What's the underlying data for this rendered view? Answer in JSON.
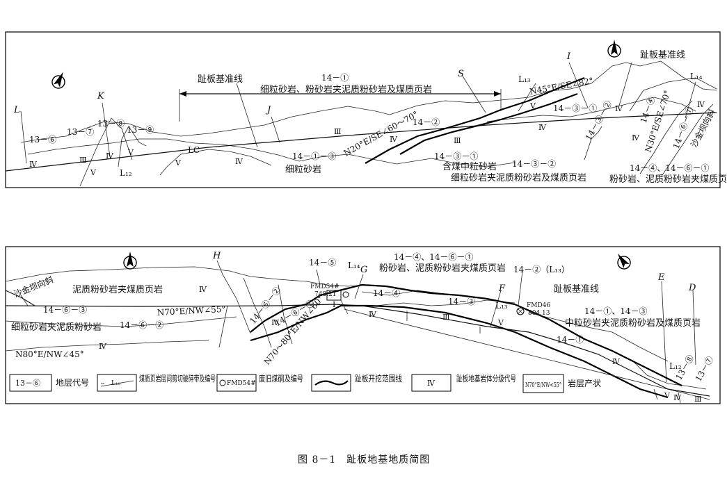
{
  "caption": "图 8－1　趾板地基地质简图",
  "panel1": {
    "profile_letters": [
      "L",
      "K",
      "J",
      "S",
      "I"
    ],
    "unit_labels": [
      "13－⑥",
      "13－⑦",
      "13－⑧",
      "13－⑨",
      "14－①",
      "14－①－③",
      "14－②",
      "14－③－①",
      "14－③－①",
      "14－③－②",
      "14－③－②",
      "14－④",
      "14－⑥－⑦",
      "14－④、14－⑥－①"
    ],
    "rock_grades": [
      "Ⅳ",
      "Ⅲ",
      "Ⅳ",
      "Ⅴ",
      "Ⅴ",
      "Ⅴ",
      "Ⅲ",
      "Ⅳ",
      "Ⅳ",
      "Ⅲ",
      "Ⅴ",
      "Ⅳ",
      "Ⅳ",
      "Ⅳ",
      "Ⅳ"
    ],
    "fault_labels": [
      "L₁₂",
      "LC",
      "L₁₃",
      "L₁₄"
    ],
    "attitudes": [
      "N20°E/SE∠60～70°",
      "N45°E/SE∠82°",
      "N30°E/SE∠70°"
    ],
    "baseline_label": "趾板基准线",
    "baseline_label_right": "趾板基准线",
    "lithology": {
      "top": "细粒砂岩、粉砂岩夹泥质粉砂岩及煤质页岩",
      "fine_sandstone": "细粒砂岩",
      "coal_sandstone": "含煤中粒砂岩",
      "sandstone_mudstone": "细粒砂岩夹泥质粉砂岩及煤质页岩",
      "siltstone_mudstone": "粉砂岩、泥质粉砂岩夹煤质页岩"
    },
    "syncline": "沙金坝向斜"
  },
  "panel2": {
    "profile_letters": [
      "H",
      "G",
      "F",
      "E",
      "D"
    ],
    "unit_labels": [
      "14－⑤",
      "14－④、14－⑥－①",
      "14－②（L₁₃）",
      "14－⑥－③",
      "14－⑥－②",
      "14－⑥－②",
      "14－⑥－①",
      "14－④",
      "14－③",
      "14－①",
      "14－①、14－③",
      "13－⑧",
      "13－⑦"
    ],
    "rock_grades": [
      "Ⅳ",
      "Ⅳ",
      "Ⅳ",
      "Ⅰ",
      "Ⅳ",
      "Ⅲ",
      "Ⅴ",
      "Ⅳ",
      "Ⅴ",
      "Ⅳ",
      "Ⅲ"
    ],
    "fault_labels": [
      "L₁₄",
      "L₁₃",
      "L₁₂"
    ],
    "attitudes": [
      "N70°E/NW∠55°",
      "N80°E/NW∠45°",
      "N70～80°E/NW∠60°"
    ],
    "wells": [
      {
        "id": "FMD54#",
        "elev": "748.21"
      },
      {
        "id": "FMD46",
        "elev": "804.13"
      }
    ],
    "baseline_label": "趾板基准线",
    "syncline": "沙金坝向斜",
    "lithology": {
      "left": "泥质粉砂岩夹煤质页岩",
      "left_lower": "细粒砂岩夹泥质粉砂岩",
      "top": "粉砂岩、泥质粉砂岩夹煤质页岩",
      "right": "中粒砂岩夹泥质粉砂岩及煤质页岩"
    }
  },
  "legend": [
    {
      "symbol": "13－⑥",
      "label": "地层代号"
    },
    {
      "symbol": "L₁₀",
      "label": "煤质页岩层间剪切破碎带及编号"
    },
    {
      "symbol": "FMD54#",
      "label": "废旧煤硐及编号"
    },
    {
      "symbol": "",
      "label": "趾板开挖范围线"
    },
    {
      "symbol": "Ⅳ",
      "label": "趾板地基岩体分级代号"
    },
    {
      "symbol": "N70°E/NW<55°",
      "label": "岩层产状"
    }
  ]
}
